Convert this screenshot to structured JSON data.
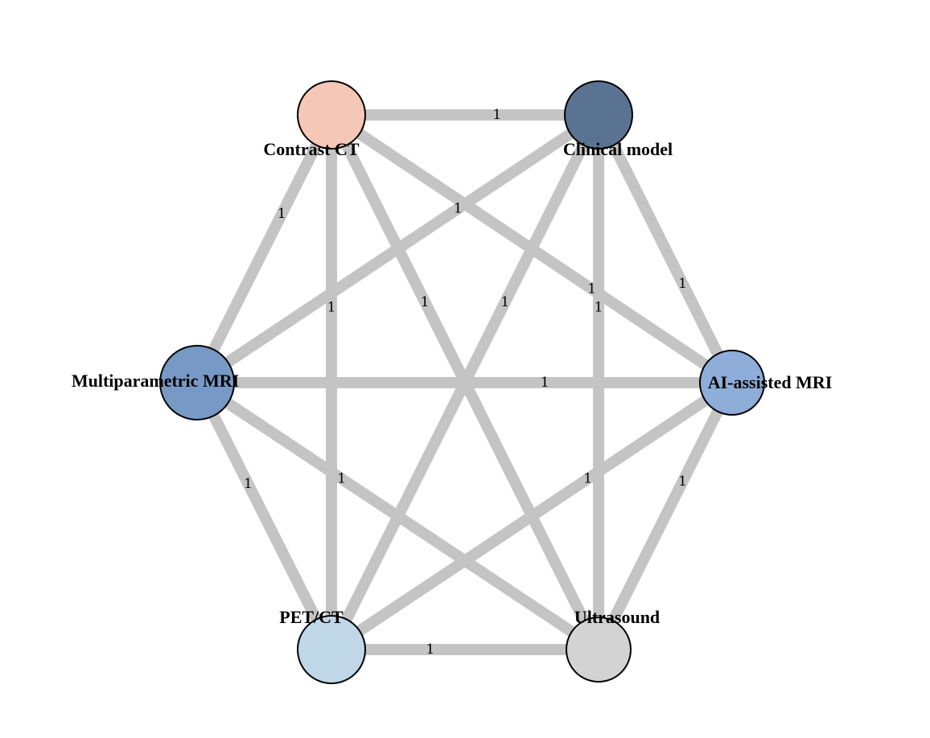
{
  "nodes": [
    {
      "id": "contrast_ct",
      "label": "Contrast CT",
      "color": "#f4c7b7"
    },
    {
      "id": "clinical_model",
      "label": "Clinical model",
      "color": "#5b7393"
    },
    {
      "id": "ai_mri",
      "label": "AI-assisted MRI",
      "color": "#8eadd8"
    },
    {
      "id": "ultrasound",
      "label": "Ultrasound",
      "color": "#d3d3d3"
    },
    {
      "id": "pet_ct",
      "label": "PET/CT",
      "color": "#c0d7e8"
    },
    {
      "id": "mp_mri",
      "label": "Multiparametric MRI",
      "color": "#7899c5"
    }
  ],
  "edges": [
    {
      "source": "contrast_ct",
      "target": "clinical_model",
      "label": "1"
    },
    {
      "source": "contrast_ct",
      "target": "mp_mri",
      "label": "1"
    },
    {
      "source": "contrast_ct",
      "target": "pet_ct",
      "label": "1"
    },
    {
      "source": "contrast_ct",
      "target": "ultrasound",
      "label": "1"
    },
    {
      "source": "contrast_ct",
      "target": "ai_mri",
      "label": "1"
    },
    {
      "source": "clinical_model",
      "target": "mp_mri",
      "label": "1"
    },
    {
      "source": "clinical_model",
      "target": "pet_ct",
      "label": "1"
    },
    {
      "source": "clinical_model",
      "target": "ultrasound",
      "label": "1"
    },
    {
      "source": "clinical_model",
      "target": "ai_mri",
      "label": "1"
    },
    {
      "source": "mp_mri",
      "target": "ai_mri",
      "label": "1"
    },
    {
      "source": "mp_mri",
      "target": "pet_ct",
      "label": "1"
    },
    {
      "source": "mp_mri",
      "target": "ultrasound",
      "label": "1"
    },
    {
      "source": "ai_mri",
      "target": "pet_ct",
      "label": "1"
    },
    {
      "source": "ai_mri",
      "target": "ultrasound",
      "label": "1"
    },
    {
      "source": "pet_ct",
      "target": "ultrasound",
      "label": "1"
    }
  ]
}
